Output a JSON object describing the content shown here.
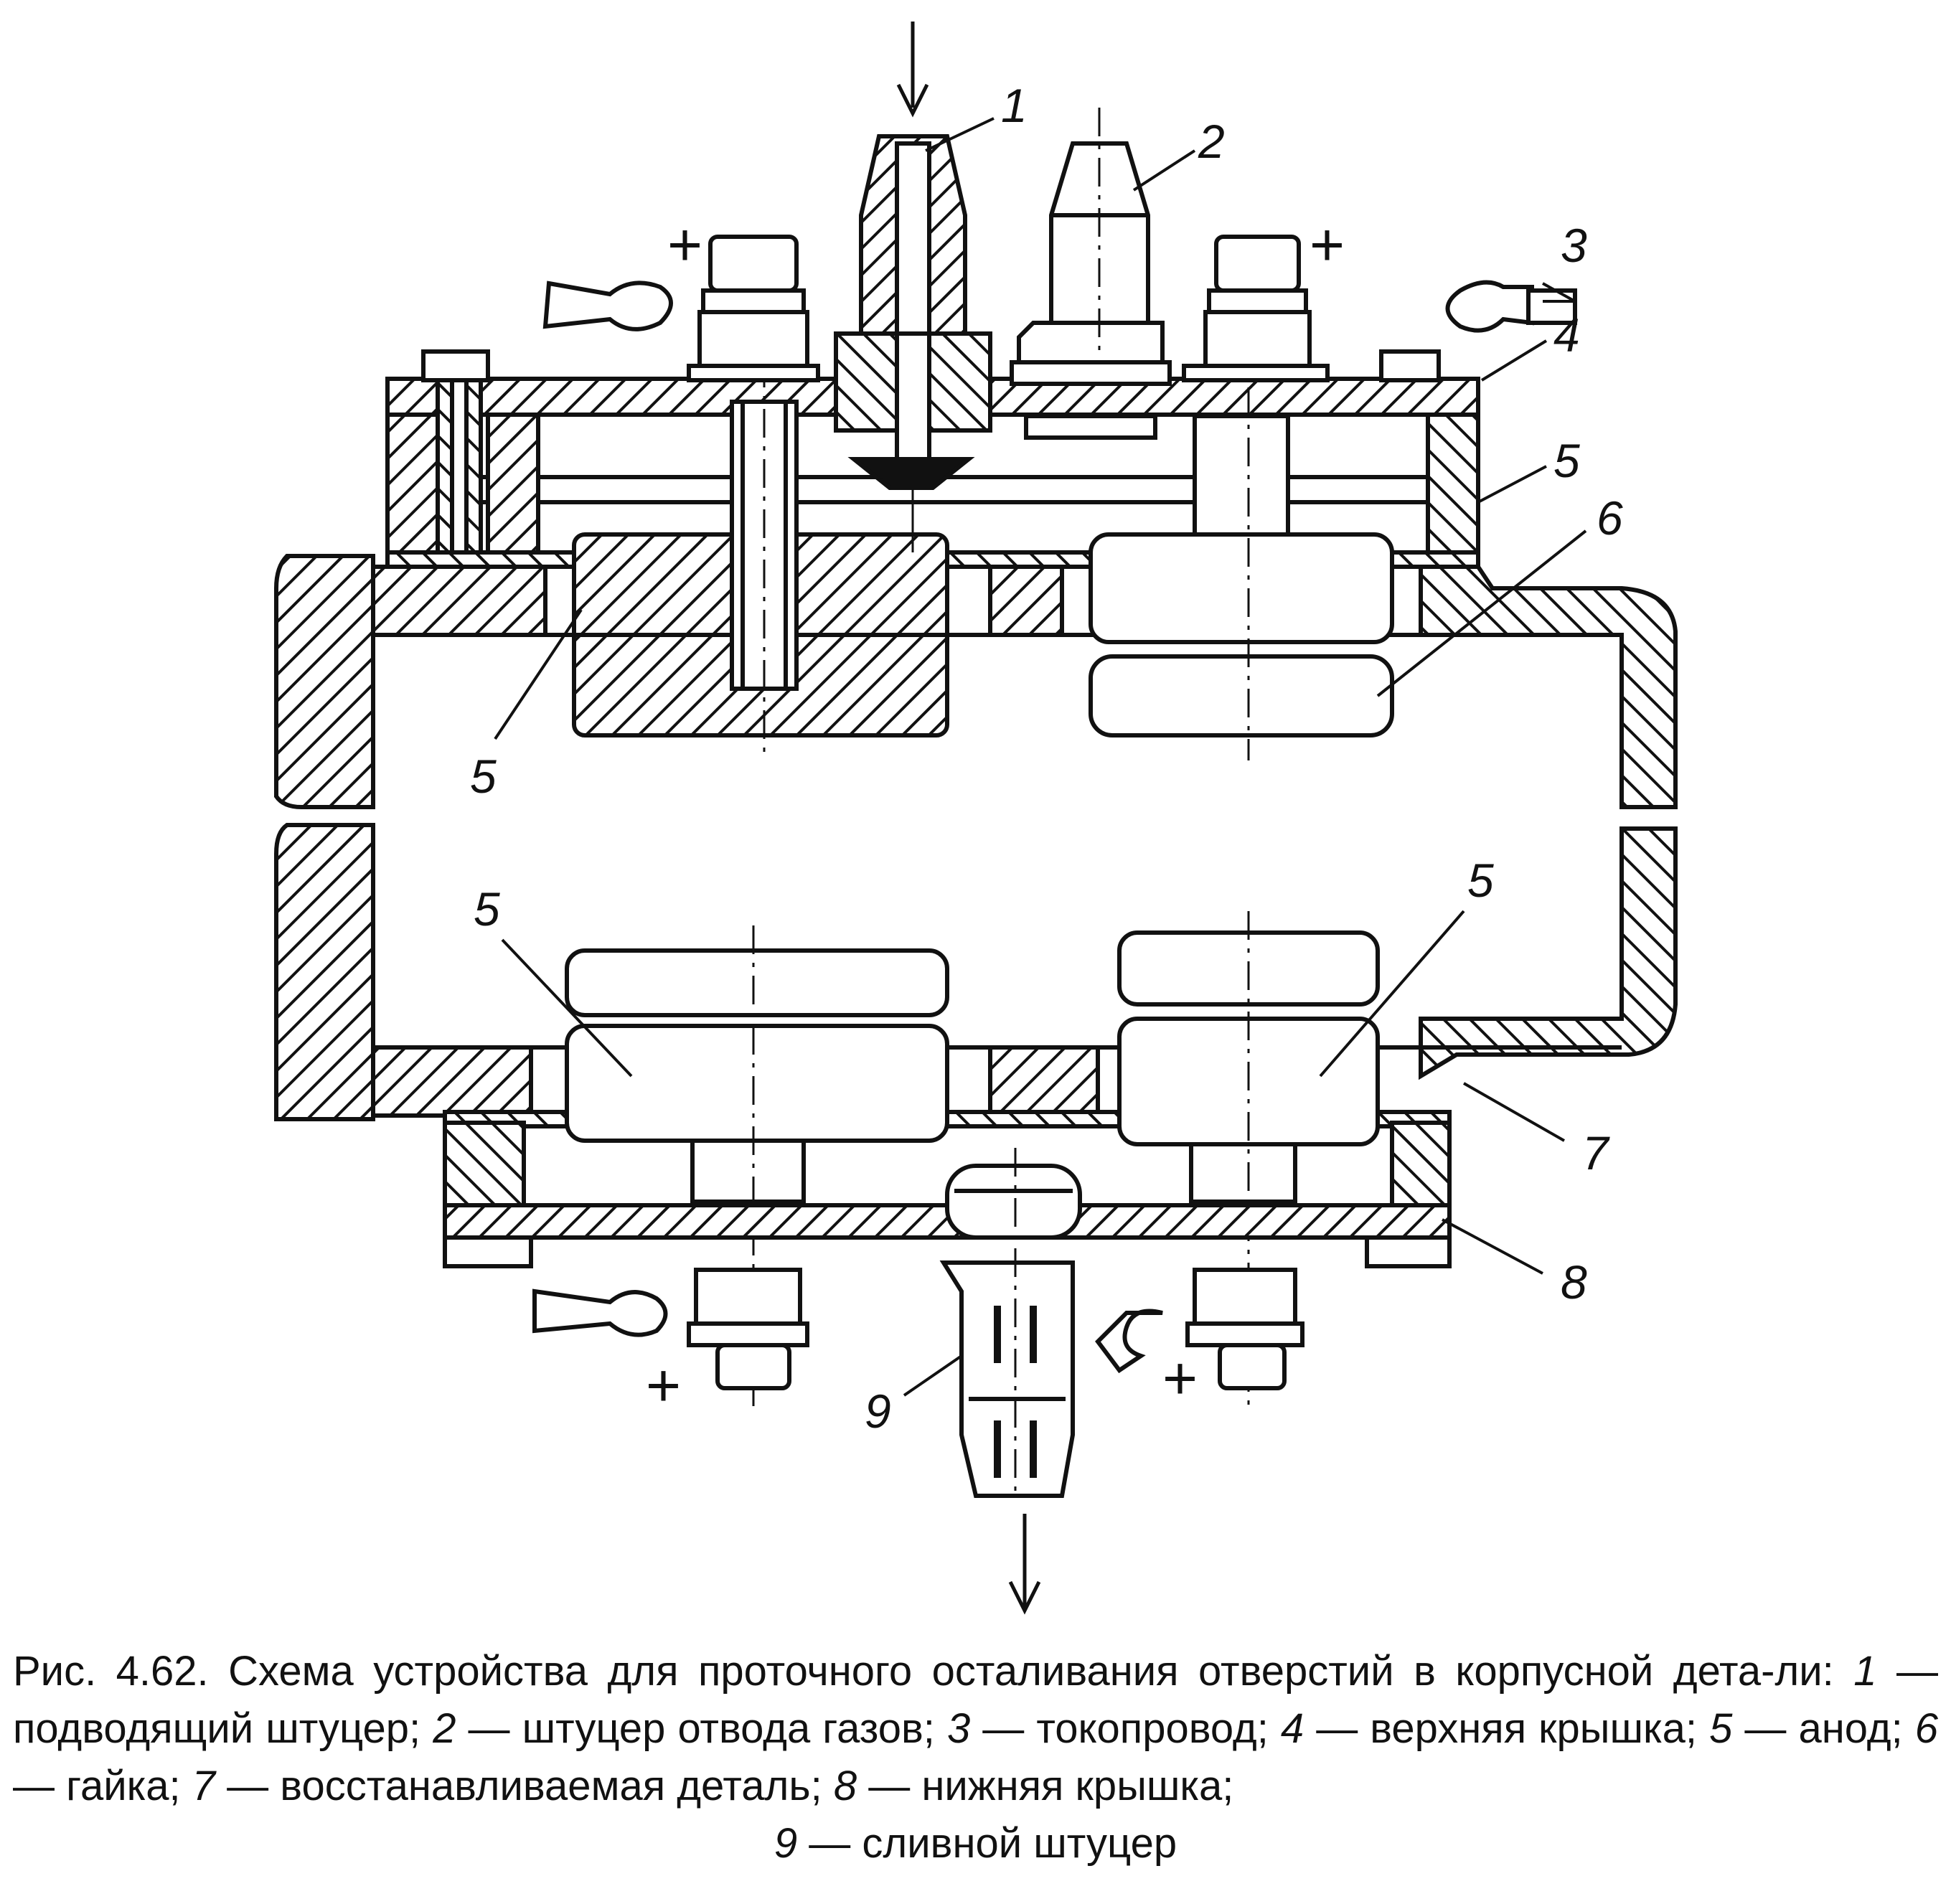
{
  "figure": {
    "labels": {
      "l1": "1",
      "l2": "2",
      "l3": "3",
      "l4": "4",
      "l5a": "5",
      "l6": "6",
      "l5b": "5",
      "l5c": "5",
      "l5d": "5",
      "l7": "7",
      "l8": "8",
      "l9": "9"
    },
    "polarity": {
      "p1": "+",
      "p2": "+",
      "p3": "+",
      "p4": "+"
    }
  },
  "caption": {
    "prefix": "Рис. 4.62. Схема устройства для проточного осталивания отверстий в корпусной дета-ли:",
    "items": [
      {
        "num": "1",
        "text": " — подводящий штуцер;"
      },
      {
        "num": "2",
        "text": " — штуцер отвода газов;"
      },
      {
        "num": "3",
        "text": " — токопровод;"
      },
      {
        "num": "4",
        "text": " — верхняя крышка;"
      },
      {
        "num": "5",
        "text": " — анод;"
      },
      {
        "num": "6",
        "text": " — гайка;"
      },
      {
        "num": "7",
        "text": " — восстанавливаемая деталь;"
      },
      {
        "num": "8",
        "text": " — нижняя крышка;"
      },
      {
        "num": "9",
        "text": " — сливной штуцер"
      }
    ]
  }
}
